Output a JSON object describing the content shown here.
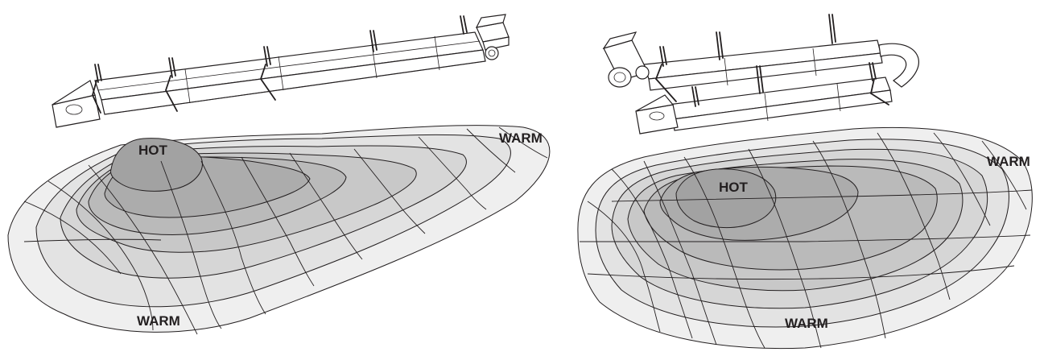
{
  "diagrams": [
    {
      "heater": "straight-tube",
      "hot_label": "HOT",
      "warm_labels": [
        "WARM",
        "WARM"
      ]
    },
    {
      "heater": "u-tube",
      "hot_label": "HOT",
      "warm_labels": [
        "WARM",
        "WARM"
      ]
    }
  ],
  "colors": {
    "outline": "#231f20",
    "zone_levels": [
      "#efefef",
      "#e3e3e3",
      "#d6d6d6",
      "#c8c8c8",
      "#bababa",
      "#acacac",
      "#a2a2a2"
    ]
  }
}
